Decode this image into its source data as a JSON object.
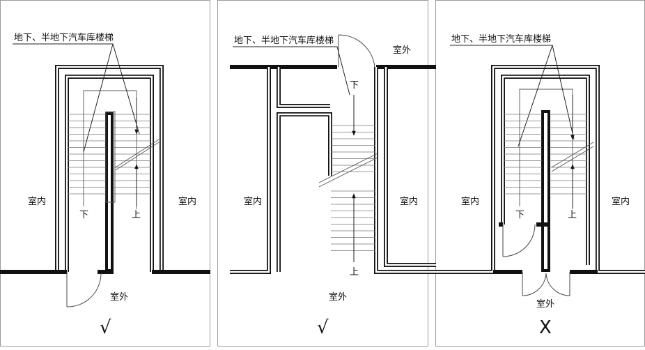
{
  "panels": [
    {
      "id": "a",
      "stair_label": "地下、半地下汽车库楼梯",
      "down_label": "下",
      "up_label": "上",
      "indoor_left": "室内",
      "indoor_right": "室内",
      "outdoor": "室外",
      "verdict": "√"
    },
    {
      "id": "b",
      "stair_label": "地下、半地下汽车库楼梯",
      "down_label": "下",
      "up_label": "上",
      "indoor_left": "室内",
      "indoor_right": "室内",
      "outdoor_top": "室外",
      "outdoor_bottom": "室外",
      "verdict": "√"
    },
    {
      "id": "c",
      "stair_label": "地下、半地下汽车库楼梯",
      "down_label": "下",
      "up_label": "上",
      "indoor_left": "室内",
      "indoor_right": "室内",
      "outdoor": "室外",
      "verdict": "X"
    }
  ]
}
